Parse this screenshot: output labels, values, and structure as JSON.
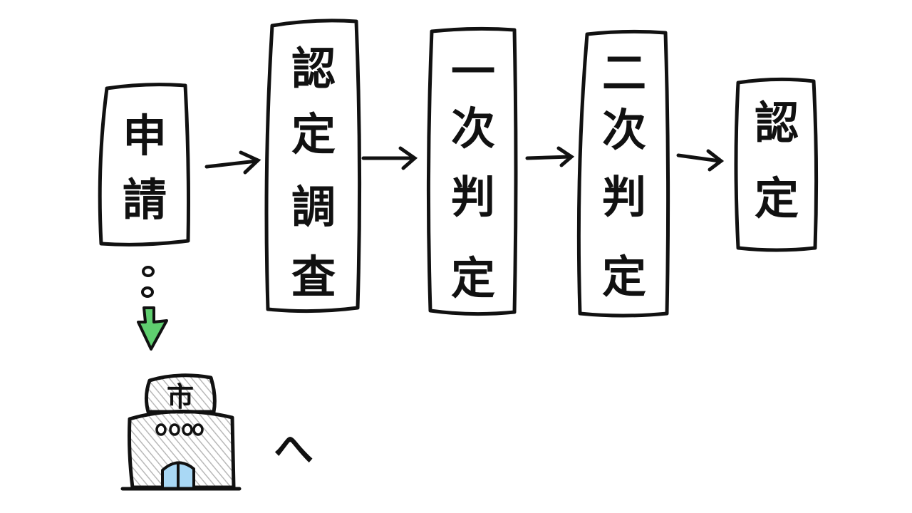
{
  "flow": [
    {
      "id": "apply",
      "chars": [
        "申",
        "請"
      ]
    },
    {
      "id": "survey",
      "chars": [
        "認",
        "定",
        "調",
        "査"
      ]
    },
    {
      "id": "first",
      "chars": [
        "一",
        "次",
        "判",
        "定"
      ]
    },
    {
      "id": "second",
      "chars": [
        "二",
        "次",
        "判",
        "定"
      ]
    },
    {
      "id": "cert",
      "chars": [
        "認",
        "定"
      ]
    }
  ],
  "city_hall": {
    "sign": "市",
    "to_label": "へ"
  },
  "colors": {
    "ink": "#111111",
    "arrow_green": "#5fcf6f",
    "door_blue": "#a9d8f5",
    "hatch_gray": "#b8b8b8"
  }
}
